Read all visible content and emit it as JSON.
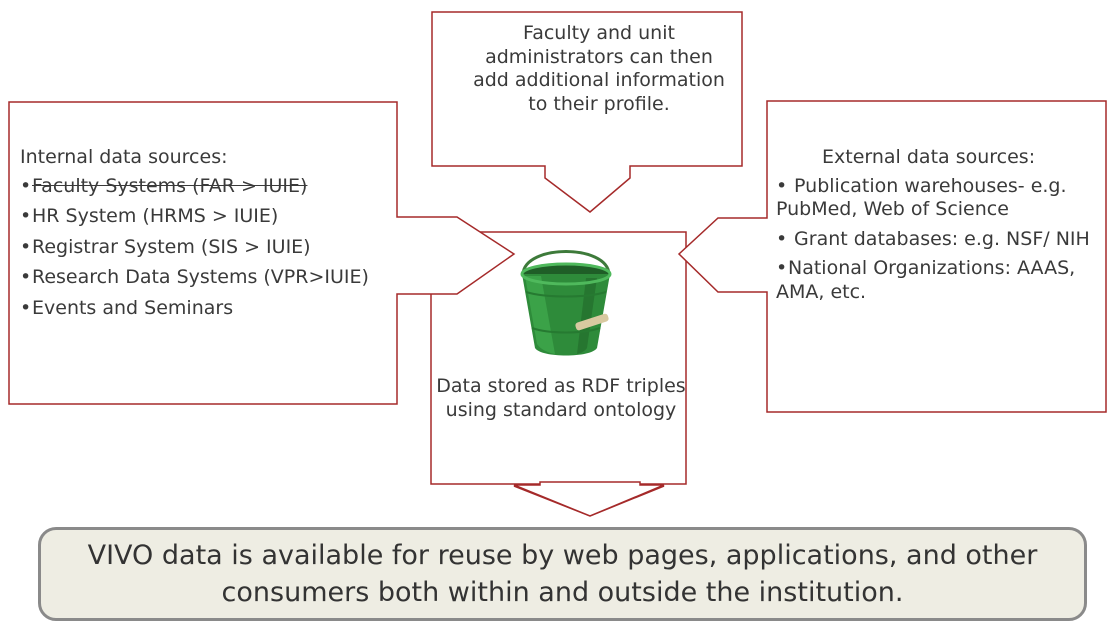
{
  "top_box": {
    "text": "Faculty and unit administrators can then add additional information to their profile."
  },
  "left_box": {
    "heading": "Internal data sources:",
    "items": [
      "Faculty Systems (FAR > IUIE)",
      "HR System (HRMS > IUIE)",
      "Registrar System (SIS > IUIE)",
      "Research Data Systems (VPR>IUIE)",
      "Events and Seminars"
    ]
  },
  "right_box": {
    "heading": "External data sources:",
    "items": [
      " Publication warehouses- e.g. PubMed, Web of Science",
      " Grant databases: e.g. NSF/ NIH",
      "National Organizations: AAAS, AMA, etc."
    ]
  },
  "center": {
    "text": "Data stored as RDF triples using standard ontology",
    "image": "bucket-icon"
  },
  "banner": {
    "text": "VIVO data is available for reuse by web pages, applications, and other consumers both within and outside the institution."
  },
  "colors": {
    "outline": "#a52a2a",
    "bucket": "#2e8b3a",
    "banner_bg": "#eeede3",
    "banner_border": "#8a8a8a"
  }
}
